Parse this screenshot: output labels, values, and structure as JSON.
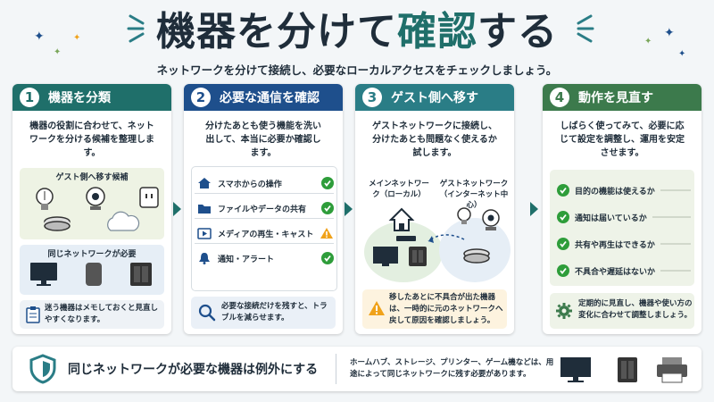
{
  "header": {
    "title_part1": "機器を分けて",
    "title_part2": "確認",
    "title_part3": "する",
    "subtitle": "ネットワークを分けて接続し、必要なローカルアクセスをチェックしましょう。"
  },
  "colors": {
    "step1": "#1f6f6a",
    "step2": "#1e4f8c",
    "step3": "#2a7d86",
    "step4": "#3c7a4c",
    "check": "#2e9d3a",
    "warning": "#f0a21a"
  },
  "steps": [
    {
      "number": "1",
      "heading": "機器を分類",
      "description": "機器の役割に合わせて、ネットワークを分ける候補を整理します。",
      "guest_label": "ゲスト側へ移す候補",
      "same_label": "同じネットワークが必要",
      "note": "迷う機器はメモしておくと見直しやすくなります。"
    },
    {
      "number": "2",
      "heading": "必要な通信を確認",
      "description": "分けたあとも使う機能を洗い出して、本当に必要か確認します。",
      "items": [
        {
          "label": "スマホからの操作",
          "icon": "home-icon",
          "status": "check"
        },
        {
          "label": "ファイルやデータの共有",
          "icon": "folder-icon",
          "status": "check"
        },
        {
          "label": "メディアの再生・キャスト",
          "icon": "play-icon",
          "status": "warning"
        },
        {
          "label": "通知・アラート",
          "icon": "bell-icon",
          "status": "check"
        }
      ],
      "note": "必要な接続だけを残すと、トラブルを減らせます。"
    },
    {
      "number": "3",
      "heading": "ゲスト側へ移す",
      "description": "ゲストネットワークに接続し、分けたあとも問題なく使えるか試します。",
      "main_label": "メインネットワーク（ローカル）",
      "guest_label": "ゲストネットワーク（インターネット中心）",
      "note": "移したあとに不具合が出た機器は、一時的に元のネットワークへ戻して原因を確認しましょう。"
    },
    {
      "number": "4",
      "heading": "動作を見直す",
      "description": "しばらく使ってみて、必要に応じて設定を調整し、運用を安定させます。",
      "checks": [
        "目的の機能は使えるか",
        "通知は届いているか",
        "共有や再生はできるか",
        "不具合や遅延はないか"
      ],
      "note": "定期的に見直し、機器や使い方の変化に合わせて調整しましょう。"
    }
  ],
  "footer": {
    "heading": "同じネットワークが必要な機器は例外にする",
    "text": "ホームハブ、ストレージ、プリンター、ゲーム機などは、用途によって同じネットワークに残す必要があります。"
  }
}
